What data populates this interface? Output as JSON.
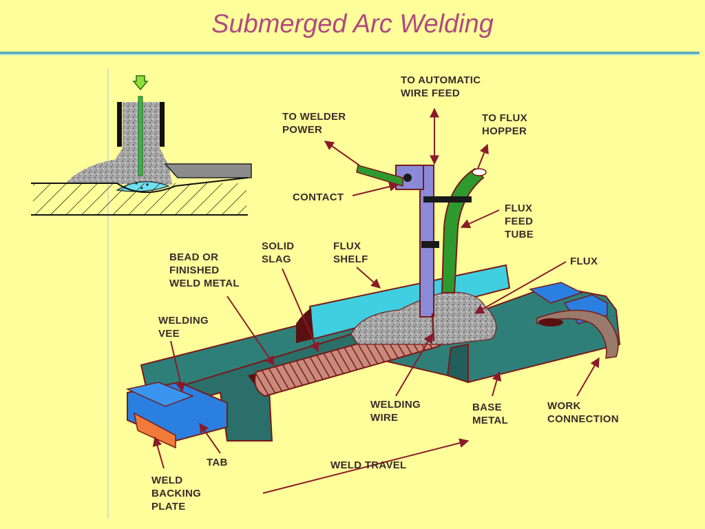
{
  "title": "Submerged Arc Welding",
  "colors": {
    "background": "#fefe9a",
    "title": "#b04a80",
    "rule": "#5aa9b5",
    "base_metal": "#2f7f79",
    "outline": "#7a1818",
    "flux_shelf": "#3fcfe0",
    "flux": "#9a9a9a",
    "tube": "#2e9a2e",
    "contact": "#8a8ad8",
    "tab": "#2a7fe0",
    "backing_plate": "#f07a3a",
    "arrow": "#8a1a2a"
  },
  "labels": {
    "wire_feed": "TO AUTOMATIC\nWIRE FEED",
    "welder_power": "TO WELDER\nPOWER",
    "flux_hopper": "TO FLUX\nHOPPER",
    "contact": "CONTACT",
    "flux_feed_tube": "FLUX\nFEED\nTUBE",
    "flux": "FLUX",
    "solid_slag": "SOLID\nSLAG",
    "flux_shelf": "FLUX\nSHELF",
    "bead": "BEAD OR\nFINISHED\nWELD METAL",
    "welding_vee": "WELDING\nVEE",
    "welding_wire": "WELDING\nWIRE",
    "base_metal": "BASE\nMETAL",
    "work_connection": "WORK\nCONNECTION",
    "tab": "TAB",
    "weld_travel": "WELD TRAVEL",
    "backing_plate": "WELD\nBACKING\nPLATE"
  }
}
